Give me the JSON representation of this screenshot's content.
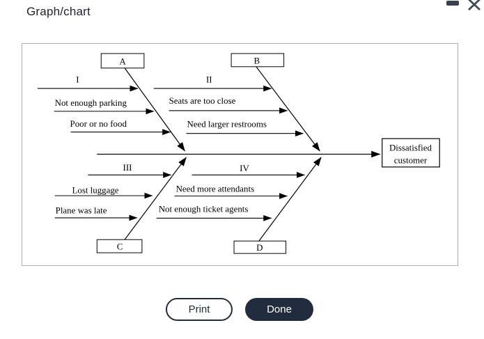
{
  "window": {
    "title": "Graph/chart",
    "minimize_icon": "minimize-dash",
    "close_icon": "x-cross"
  },
  "colors": {
    "accent_dark": "#222c3f",
    "panel_border": "#adadad",
    "diagram_ink": "#000000"
  },
  "diagram": {
    "type": "fishbone-cause-effect",
    "effect": {
      "line1": "Dissatisfied",
      "line2": "customer"
    },
    "branches": [
      {
        "label": "A",
        "position": "top-left",
        "category": "I",
        "causes": [
          "Not enough parking",
          "Poor or no food"
        ]
      },
      {
        "label": "B",
        "position": "top-right",
        "category": "II",
        "causes": [
          "Seats are too close",
          "Need larger restrooms"
        ]
      },
      {
        "label": "C",
        "position": "bottom-left",
        "category": "III",
        "causes": [
          "Lost luggage",
          "Plane was late"
        ]
      },
      {
        "label": "D",
        "position": "bottom-right",
        "category": "IV",
        "causes": [
          "Need more attendants",
          "Not enough ticket agents"
        ]
      }
    ]
  },
  "footer": {
    "print_label": "Print",
    "done_label": "Done"
  }
}
